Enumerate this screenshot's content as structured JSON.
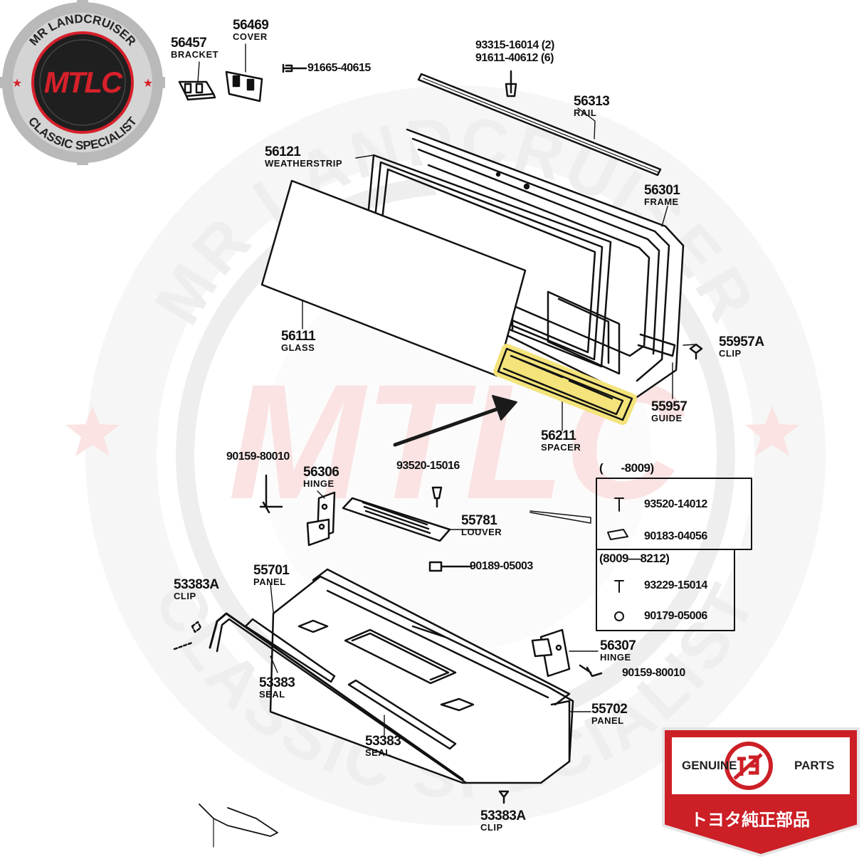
{
  "logo": {
    "ring_top": "MR LANDCRUISER",
    "ring_bottom": "CLASSIC SPECIALIST",
    "center": "MTLC",
    "colors": {
      "ring": "#b9b9b9",
      "inner": "#1f1f1f",
      "accent": "#d6202a"
    }
  },
  "watermark": {
    "top": "MR LANDCRUISER",
    "bottom": "CLASSIC SPECIALIST",
    "center": "MTLC",
    "colors": {
      "gray": "#efefef",
      "red": "#fbe3e3"
    }
  },
  "parts": [
    {
      "id": "p56457",
      "number": "56457",
      "name": "BRACKET"
    },
    {
      "id": "p56469",
      "number": "56469",
      "name": "COVER"
    },
    {
      "id": "p91665",
      "number": "91665-40615",
      "name": ""
    },
    {
      "id": "p93315",
      "number": "93315-16014 (2)",
      "name": ""
    },
    {
      "id": "p91611",
      "number": "91611-40612 (6)",
      "name": ""
    },
    {
      "id": "p56313",
      "number": "56313",
      "name": "RAIL"
    },
    {
      "id": "p56121",
      "number": "56121",
      "name": "WEATHERSTRIP"
    },
    {
      "id": "p56301",
      "number": "56301",
      "name": "FRAME"
    },
    {
      "id": "p56111",
      "number": "56111",
      "name": "GLASS"
    },
    {
      "id": "p55957A",
      "number": "55957A",
      "name": "CLIP"
    },
    {
      "id": "p55957",
      "number": "55957",
      "name": "GUIDE"
    },
    {
      "id": "p56211",
      "number": "56211",
      "name": "SPACER"
    },
    {
      "id": "p90159a",
      "number": "90159-80010",
      "name": ""
    },
    {
      "id": "p56306",
      "number": "56306",
      "name": "HINGE"
    },
    {
      "id": "p93520a",
      "number": "93520-15016",
      "name": ""
    },
    {
      "id": "p55781",
      "number": "55781",
      "name": "LOUVER"
    },
    {
      "id": "p90189",
      "number": "90189-05003",
      "name": ""
    },
    {
      "id": "p53383A1",
      "number": "53383A",
      "name": "CLIP"
    },
    {
      "id": "p55701",
      "number": "55701",
      "name": "PANEL"
    },
    {
      "id": "p53383a",
      "number": "53383",
      "name": "SEAL"
    },
    {
      "id": "p53383b",
      "number": "53383",
      "name": "SEAL"
    },
    {
      "id": "p56307",
      "number": "56307",
      "name": "HINGE"
    },
    {
      "id": "p90159b",
      "number": "90159-80010",
      "name": ""
    },
    {
      "id": "p55702",
      "number": "55702",
      "name": "PANEL"
    },
    {
      "id": "p53383A2",
      "number": "53383A",
      "name": "CLIP"
    }
  ],
  "inset": {
    "range1": "(      -8009)",
    "range2": "(8009—8212)",
    "items1": [
      "93520-14012",
      "90183-04056"
    ],
    "items2": [
      "93229-15014",
      "90179-05006"
    ]
  },
  "badge": {
    "left": "GENUINE",
    "right": "PARTS",
    "japanese": "トヨタ純正部品",
    "colors": {
      "red": "#cc1f26",
      "white": "#ffffff",
      "frame": "#e5e5e5"
    }
  },
  "highlight_color": "#f3e37a",
  "arrow_color": "#1a1a1a"
}
